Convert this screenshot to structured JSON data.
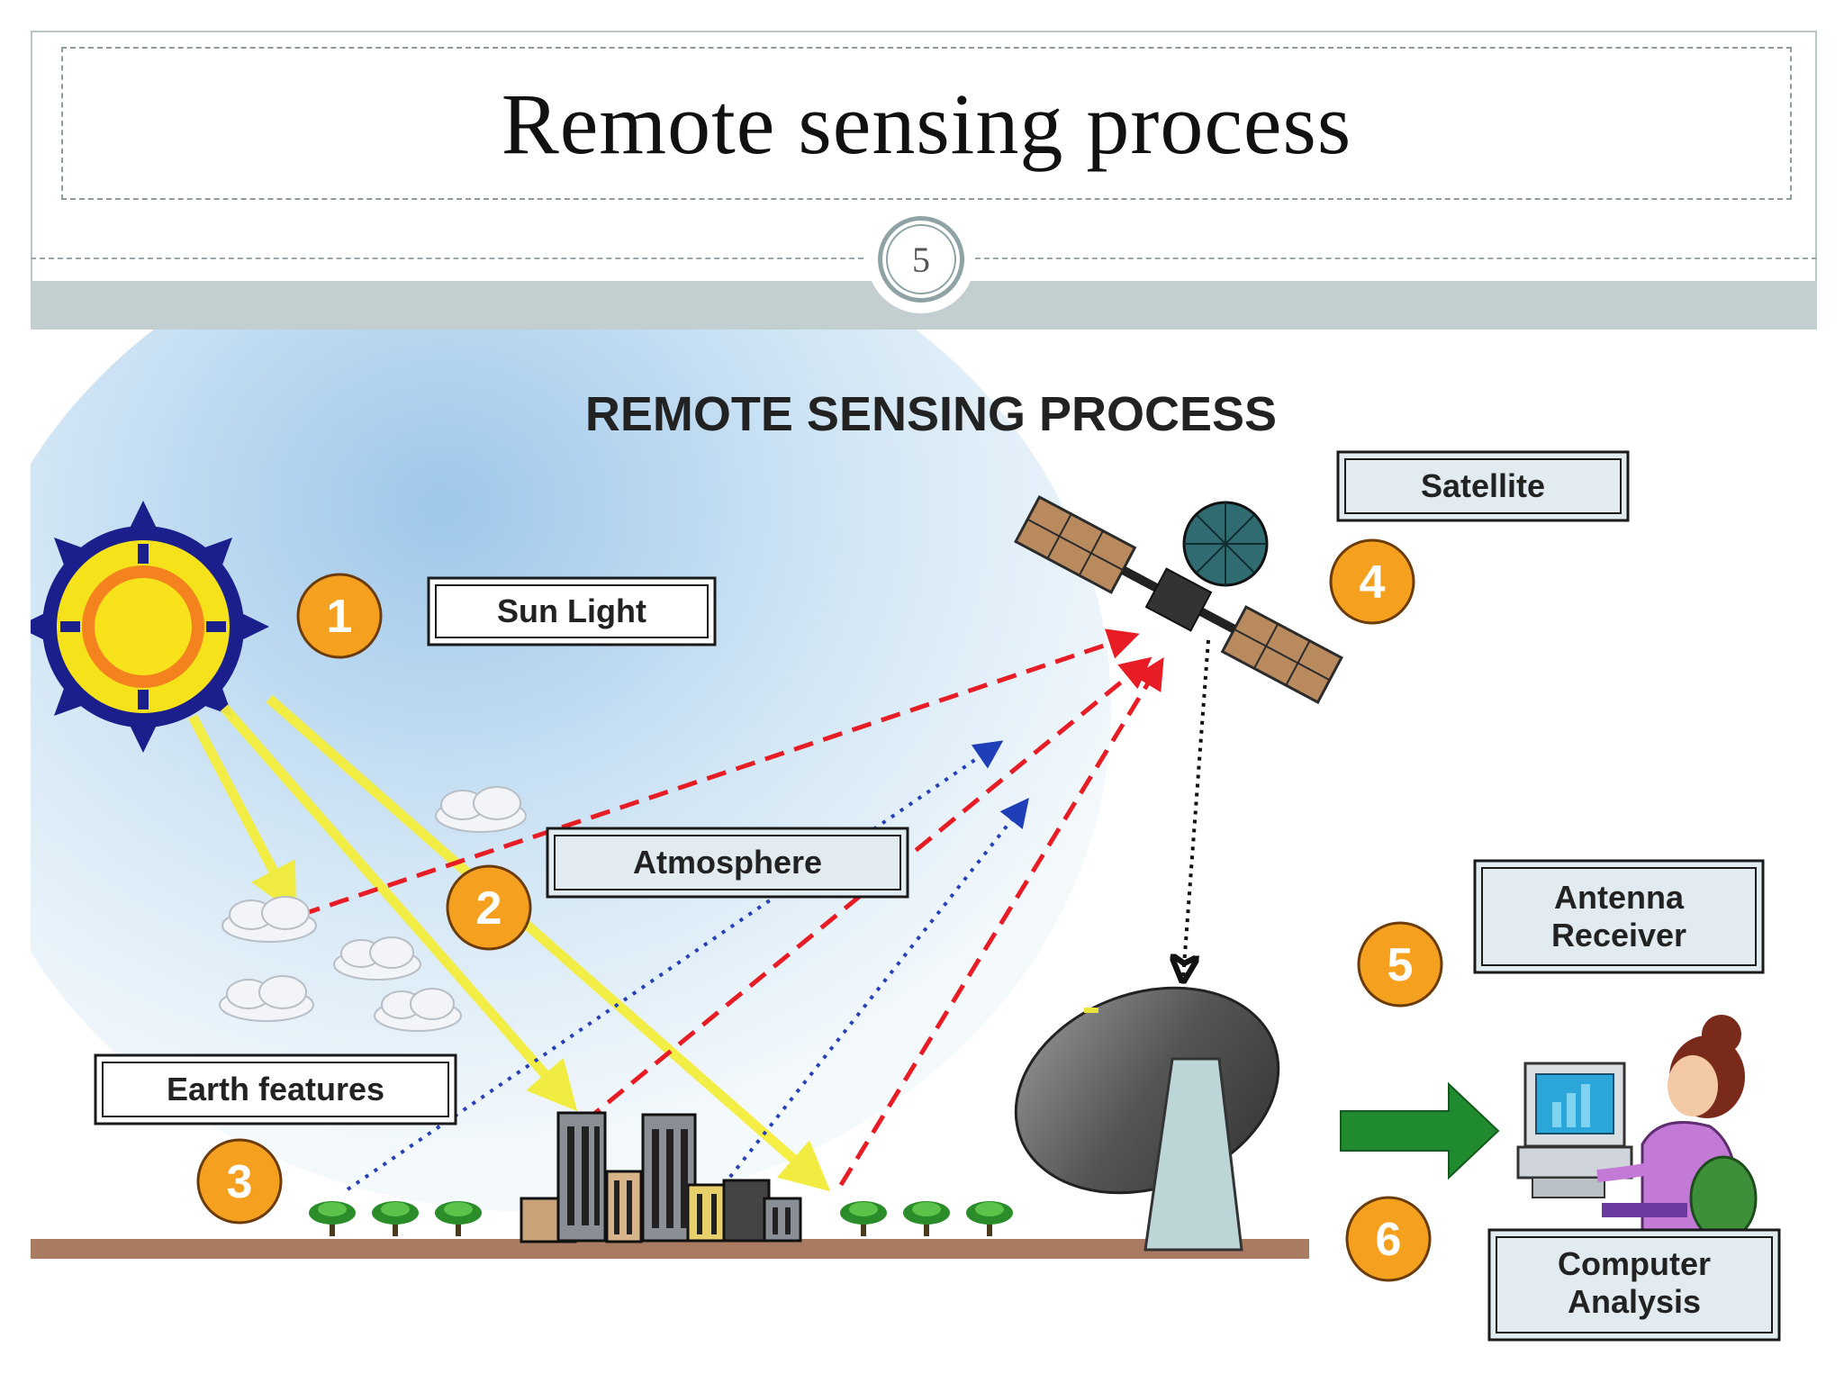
{
  "slide": {
    "title": "Remote sensing  process",
    "number": "5"
  },
  "diagram": {
    "heading": "REMOTE SENSING PROCESS",
    "labels": {
      "sun": "Sun Light",
      "atmosphere": "Atmosphere",
      "earth": "Earth features",
      "satellite": "Satellite",
      "antenna_line1": "Antenna",
      "antenna_line2": "Receiver",
      "computer_line1": "Computer",
      "computer_line2": "Analysis"
    },
    "steps": [
      "1",
      "2",
      "3",
      "4",
      "5",
      "6"
    ]
  }
}
